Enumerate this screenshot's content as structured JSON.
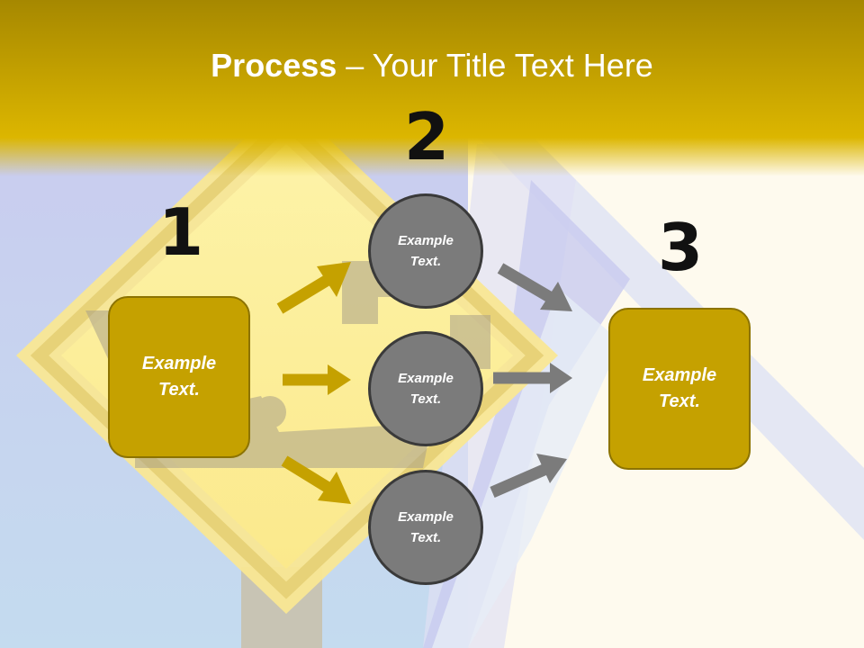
{
  "title": {
    "bold": "Process",
    "rest": " – Your Title Text Here"
  },
  "steps": [
    {
      "number": "1",
      "text": "Example Text."
    },
    {
      "number": "2",
      "items": [
        "Example Text.",
        "Example Text.",
        "Example Text."
      ]
    },
    {
      "number": "3",
      "text": "Example Text."
    }
  ],
  "colors": {
    "header_gold": "#d9b300",
    "box_fill": "#c5a100",
    "circle_fill": "#7b7b7b",
    "arrow_gold": "#c5a100",
    "arrow_gray": "#7b7b7b"
  }
}
